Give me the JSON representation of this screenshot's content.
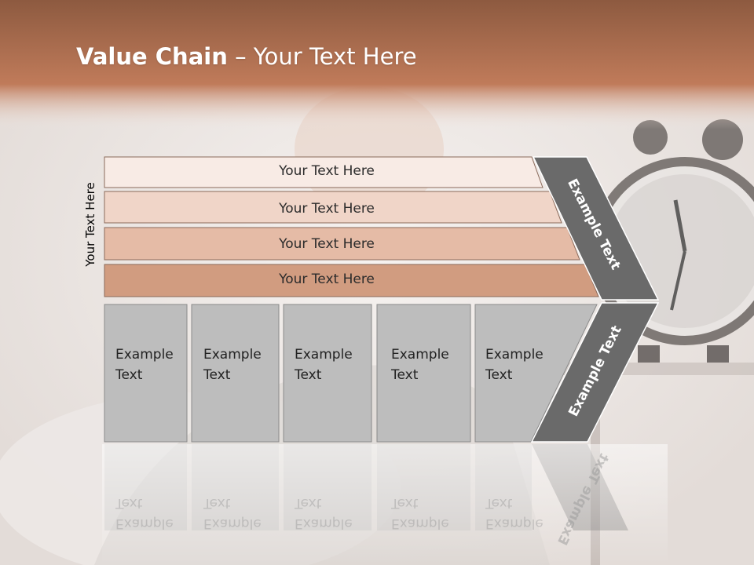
{
  "slide": {
    "title_bold": "Value Chain",
    "title_rest": " – Your Text Here",
    "vertical_label": "Your Text Here",
    "rows": [
      {
        "label": "Your Text Here",
        "color": "#f8ebe5"
      },
      {
        "label": "Your Text Here",
        "color": "#f0d5c8"
      },
      {
        "label": "Your Text Here",
        "color": "#e5bba6"
      },
      {
        "label": "Your Text Here",
        "color": "#d19c80"
      }
    ],
    "boxes": [
      {
        "line1": "Example",
        "line2": "Text"
      },
      {
        "line1": "Example",
        "line2": "Text"
      },
      {
        "line1": "Example",
        "line2": "Text"
      },
      {
        "line1": "Example",
        "line2": "Text"
      },
      {
        "line1": "Example",
        "line2": "Text"
      }
    ],
    "chevron_top_label": "Example Text",
    "chevron_bottom_label": "Example Text",
    "colors": {
      "header": "#b97050",
      "box_fill": "#bdbdbd",
      "chevron_fill": "#6a6a6a"
    }
  }
}
